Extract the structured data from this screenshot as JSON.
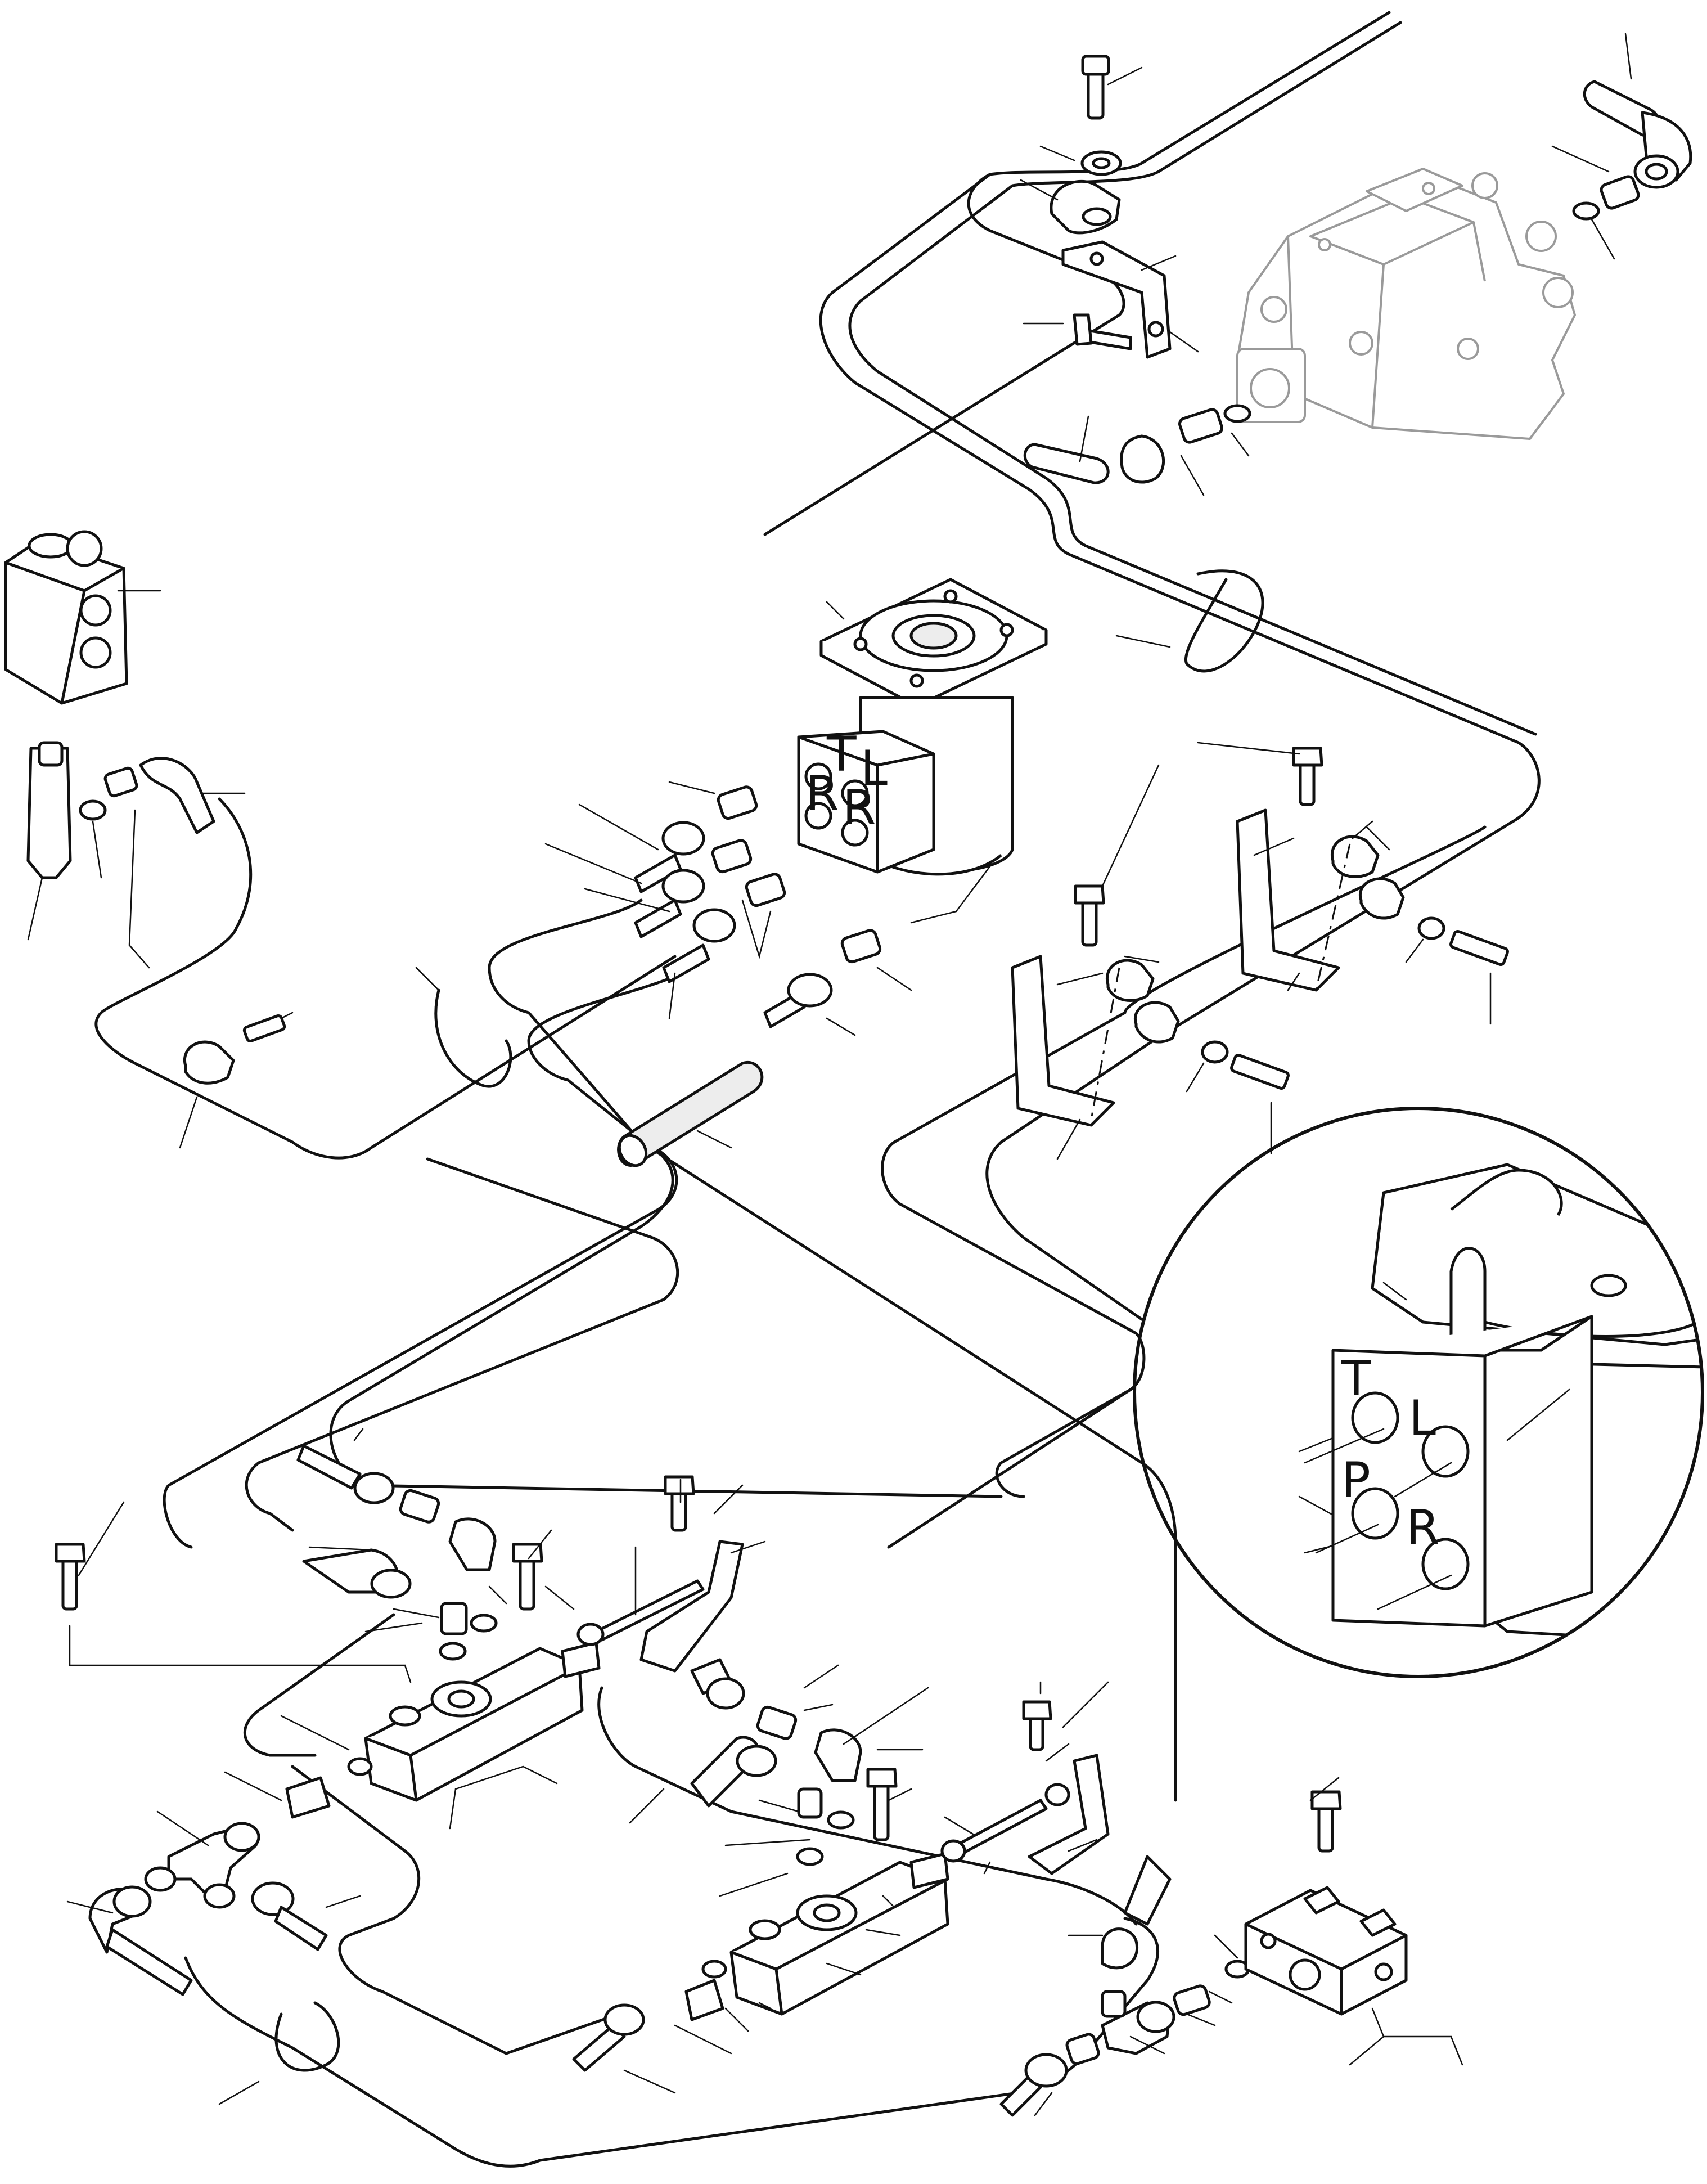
{
  "detail_view": {
    "ports": [
      {
        "key": "T",
        "letter": "T"
      },
      {
        "key": "L",
        "letter": "L"
      },
      {
        "key": "P",
        "letter": "P"
      },
      {
        "key": "R",
        "letter": "R"
      }
    ]
  },
  "steering_unit": {
    "ports": [
      "T",
      "L",
      "R",
      "R"
    ]
  }
}
